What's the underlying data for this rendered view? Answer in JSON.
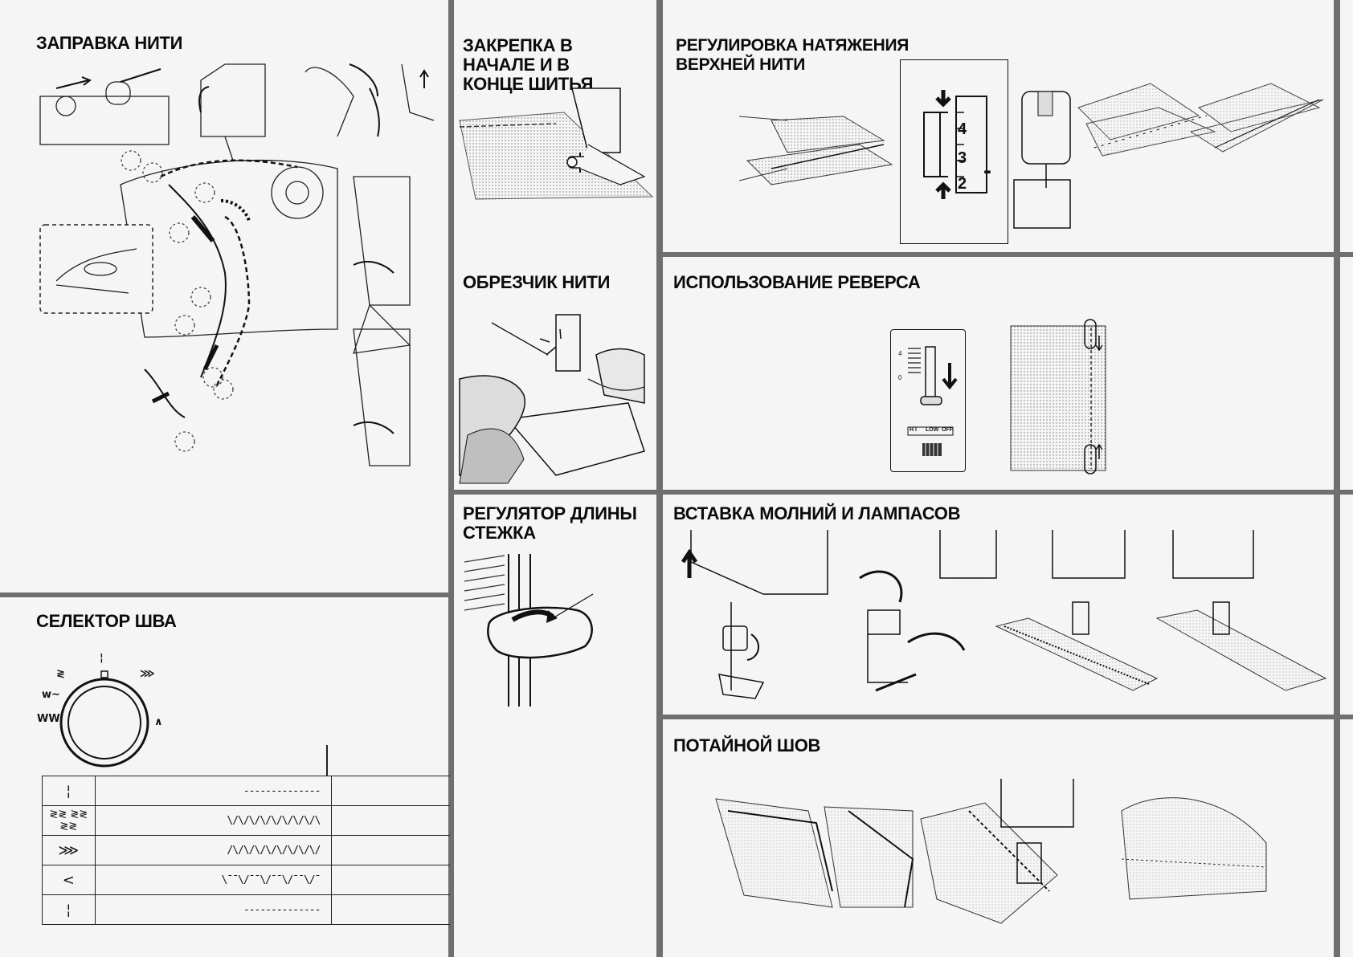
{
  "sections": {
    "threading": {
      "title": "ЗАПРАВКА НИТИ"
    },
    "backtack": {
      "title": "ЗАКРЕПКА  В\nНАЧАЛЕ  И  В\nКОНЦЕ  ШИТЬЯ"
    },
    "tension": {
      "title": "РЕГУЛИРОВКА НАТЯЖЕНИЯ\nВЕРХНЕЙ НИТИ",
      "scale_values": [
        "4",
        "3",
        "2"
      ],
      "minus_sign": "-"
    },
    "cutter": {
      "title": "ОБРЕЗЧИК  НИТИ"
    },
    "reverse": {
      "title": "ИСПОЛЬЗОВАНИЕ  РЕВЕРСА",
      "lever_top": "4",
      "lever_zero": "0",
      "modes": [
        "H I",
        "LOW",
        "OFF"
      ]
    },
    "stitch_length": {
      "title": "РЕГУЛЯТОР  ДЛИНЫ\nСТЕЖКА"
    },
    "selector": {
      "title": "СЕЛЕКТОР  ШВА"
    },
    "zipper": {
      "title": "ВСТАВКА  МОЛНИЙ  И  ЛАМПАСОВ"
    },
    "blind": {
      "title": "ПОТАЙНОЙ  ШОВ"
    }
  },
  "selector_table": {
    "rows": [
      {
        "symbol": "¦",
        "pattern": "--------------"
      },
      {
        "symbol": "≷≷ ≷≷ ≷≷",
        "pattern": "\\/\\/\\/\\/\\/\\/\\/\\/\\"
      },
      {
        "symbol": "⋙",
        "pattern": "/\\/\\/\\/\\/\\/\\/\\/\\/"
      },
      {
        "symbol": "<",
        "pattern": "\\¯¯\\/¯¯\\/¯¯\\/¯¯\\/¯"
      },
      {
        "symbol": "¦",
        "pattern": "--------------"
      }
    ]
  },
  "dial_symbols": [
    "WW",
    "w~",
    "≷",
    "¦",
    "⋙",
    "∧"
  ]
}
